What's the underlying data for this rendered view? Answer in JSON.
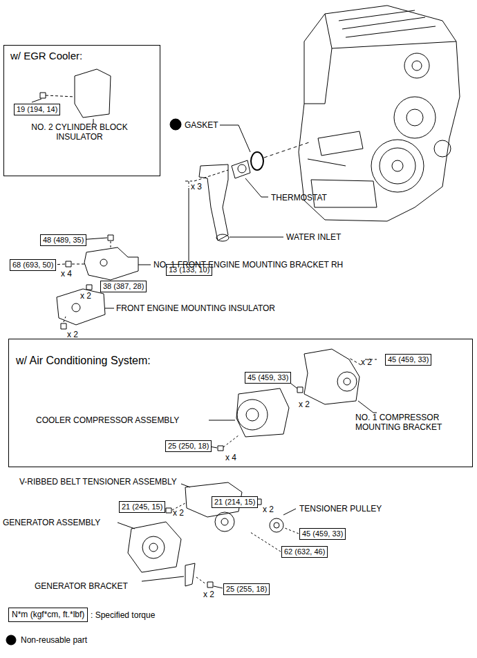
{
  "diagram": {
    "nodes": [
      {
        "text": [
          "w/ EGR Cooler:"
        ]
      },
      {
        "text": [
          "19 (194, 14)"
        ],
        "in": 0
      },
      {
        "text": [
          "13 (133, 10)"
        ]
      },
      {
        "text": [
          "48 (489, 35)"
        ]
      },
      {
        "text": [
          "68 (693, 50)"
        ]
      },
      {
        "text": [
          "38 (387, 28)"
        ]
      },
      {
        "text": [
          "w/ Air Conditioning System:"
        ]
      },
      {
        "text": [
          "45 (459, 33)"
        ],
        "in": 6
      },
      {
        "text": [
          "45 (459, 33)"
        ],
        "in": 6
      },
      {
        "text": [
          "25 (250, 18)"
        ],
        "in": 6
      },
      {
        "text": [
          "21 (245, 15)"
        ]
      },
      {
        "text": [
          "21 (214, 15)"
        ]
      },
      {
        "text": [
          "45 (459, 33)"
        ]
      },
      {
        "text": [
          "62 (632, 46)"
        ]
      },
      {
        "text": [
          "25 (255, 18)"
        ]
      },
      {
        "text": [
          "N*m (kgf*cm, ft.*lbf)"
        ]
      }
    ],
    "labels": [
      "NO. 2 CYLINDER BLOCK INSULATOR",
      "GASKET",
      "x 3",
      "THERMOSTAT",
      "WATER INLET",
      "x 4",
      "NO. 1 FRONT ENGINE MOUNTING BRACKET RH",
      "x 2",
      "FRONT ENGINE MOUNTING INSULATOR",
      "x 2",
      "x 2",
      "x 2",
      "COOLER COMPRESSOR ASSEMBLY",
      "NO. 1 COMPRESSOR MOUNTING BRACKET",
      "x 4",
      "V-RIBBED BELT TENSIONER ASSEMBLY",
      "x 2",
      "x 2",
      "TENSIONER PULLEY",
      "GENERATOR ASSEMBLY",
      "GENERATOR BRACKET",
      "x 2"
    ],
    "legend": [
      {
        "text": ": Specified torque"
      },
      {
        "text": "Non-reusable part"
      }
    ]
  }
}
